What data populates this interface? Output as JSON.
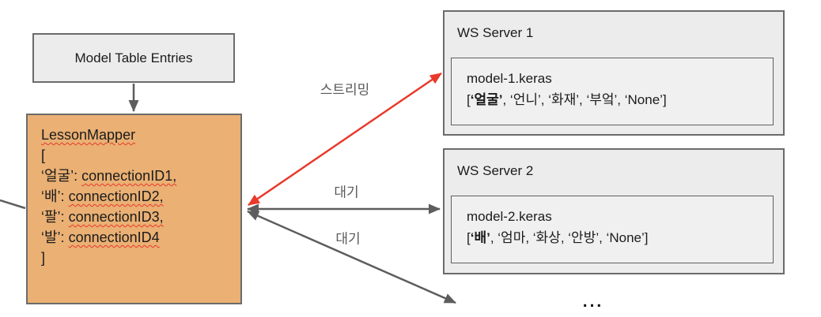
{
  "top_box": {
    "label": "Model Table Entries"
  },
  "lesson_mapper": {
    "title": "LessonMapper",
    "bracket_open": "[",
    "entries": [
      {
        "key": "‘얼굴’: ",
        "value": "connectionID1,"
      },
      {
        "key": "‘배’: ",
        "value": "connectionID2,"
      },
      {
        "key": "‘팔’: ",
        "value": "connectionID3,"
      },
      {
        "key": "‘발’: ",
        "value": "connectionID4"
      }
    ],
    "bracket_close": "]"
  },
  "servers": [
    {
      "title": "WS Server 1",
      "model_file": "model-1.keras",
      "labels_prefix": "[",
      "labels_bold": "‘얼굴’",
      "labels_rest": ", ‘언니’, ‘화재’, ‘부엌’, ‘None’]"
    },
    {
      "title": "WS Server 2",
      "model_file": "model-2.keras",
      "labels_prefix": "[",
      "labels_bold": "‘배’",
      "labels_rest": ", ‘엄마, ‘화상, ‘안방’, ‘None’]"
    }
  ],
  "arrow_labels": {
    "streaming": "스트리밍",
    "wait_top": "대기",
    "wait_bottom": "대기"
  },
  "ellipsis": "...",
  "colors": {
    "accent_orange": "#eab074",
    "arrow_red": "#e8392b",
    "arrow_gray": "#5d5d5d",
    "box_gray": "#ececec"
  }
}
